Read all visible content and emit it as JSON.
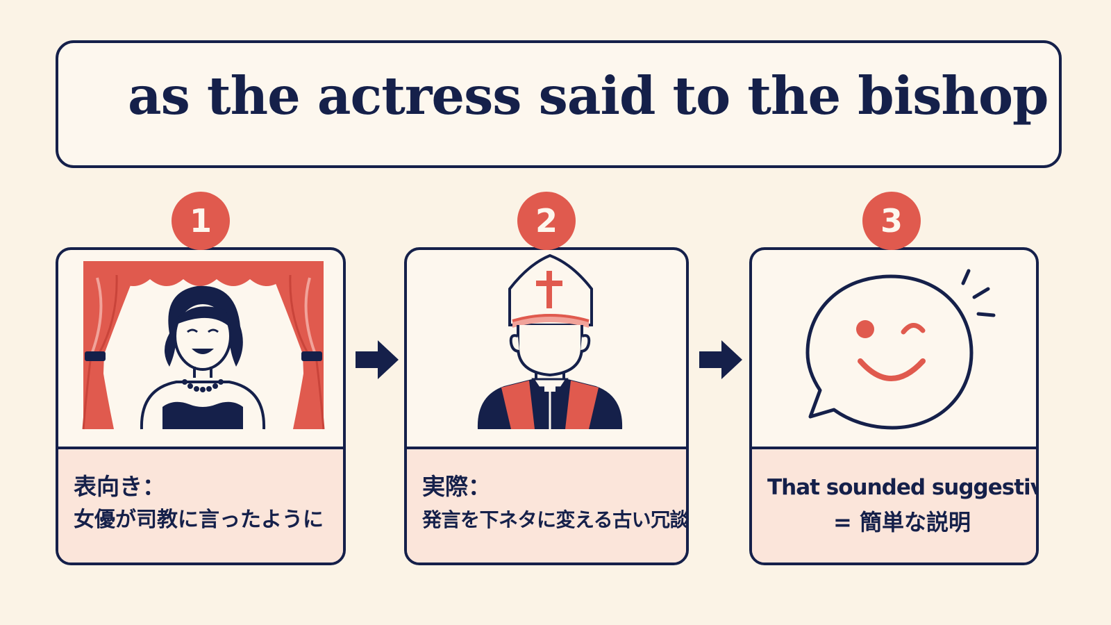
{
  "title": "as the actress said to the bishop",
  "steps": [
    {
      "number": "1",
      "caption_line1": "表向き：",
      "caption_line2": "女優が司教に言ったように"
    },
    {
      "number": "2",
      "caption_line1": "実際：",
      "caption_line2": "発言を下ネタに変える古い冗談"
    },
    {
      "number": "3",
      "caption_line1": "That sounded suggestive.",
      "caption_line2": "= 簡単な説明"
    }
  ],
  "colors": {
    "background": "#fbf3e6",
    "navy": "#15204a",
    "accent": "#e05a4e",
    "caption_bg": "#fbe5da"
  },
  "icons": [
    "stage-curtain-icon",
    "actress-icon",
    "bishop-icon",
    "winking-speech-bubble-icon",
    "arrow-right-icon"
  ]
}
